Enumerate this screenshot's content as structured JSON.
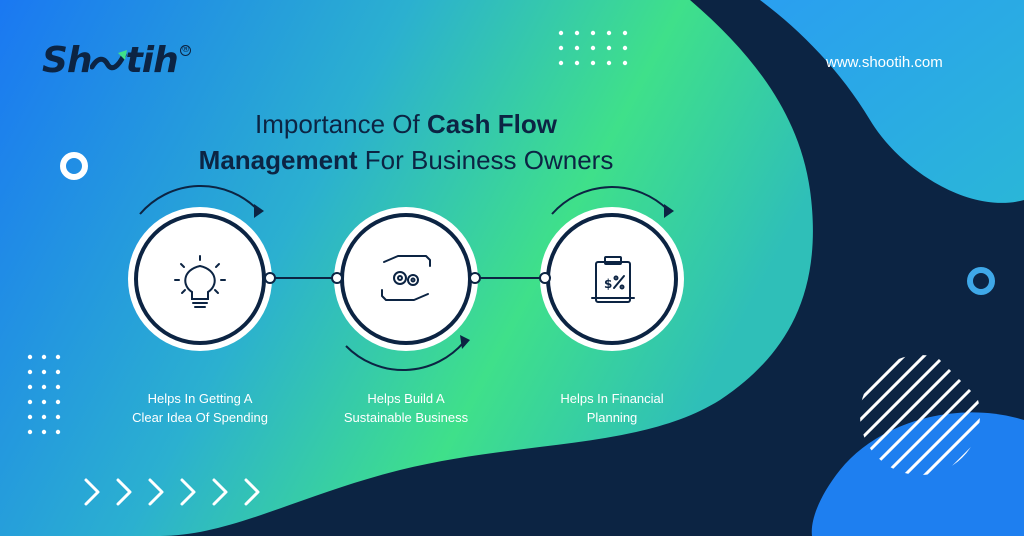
{
  "brand": {
    "logo_text_before": "Sh",
    "logo_text_after": "tih",
    "registered_mark": "®",
    "website": "www.shootih.com"
  },
  "heading": {
    "line1_normal": "Importance Of ",
    "line1_bold": "Cash Flow",
    "line2_bold": "Management",
    "line2_normal": " For Business Owners"
  },
  "steps": [
    {
      "icon": "light-bulb-icon",
      "line1": "Helps In Getting A",
      "line2": "Clear Idea Of Spending"
    },
    {
      "icon": "hands-gears-icon",
      "line1": "Helps Build A",
      "line2": "Sustainable Business"
    },
    {
      "icon": "financial-clipboard-icon",
      "line1": "Helps In Financial",
      "line2": "Planning"
    }
  ],
  "colors": {
    "navy": "#0c2443",
    "blue": "#1e7ff0",
    "green": "#3fe08a",
    "white": "#ffffff"
  }
}
